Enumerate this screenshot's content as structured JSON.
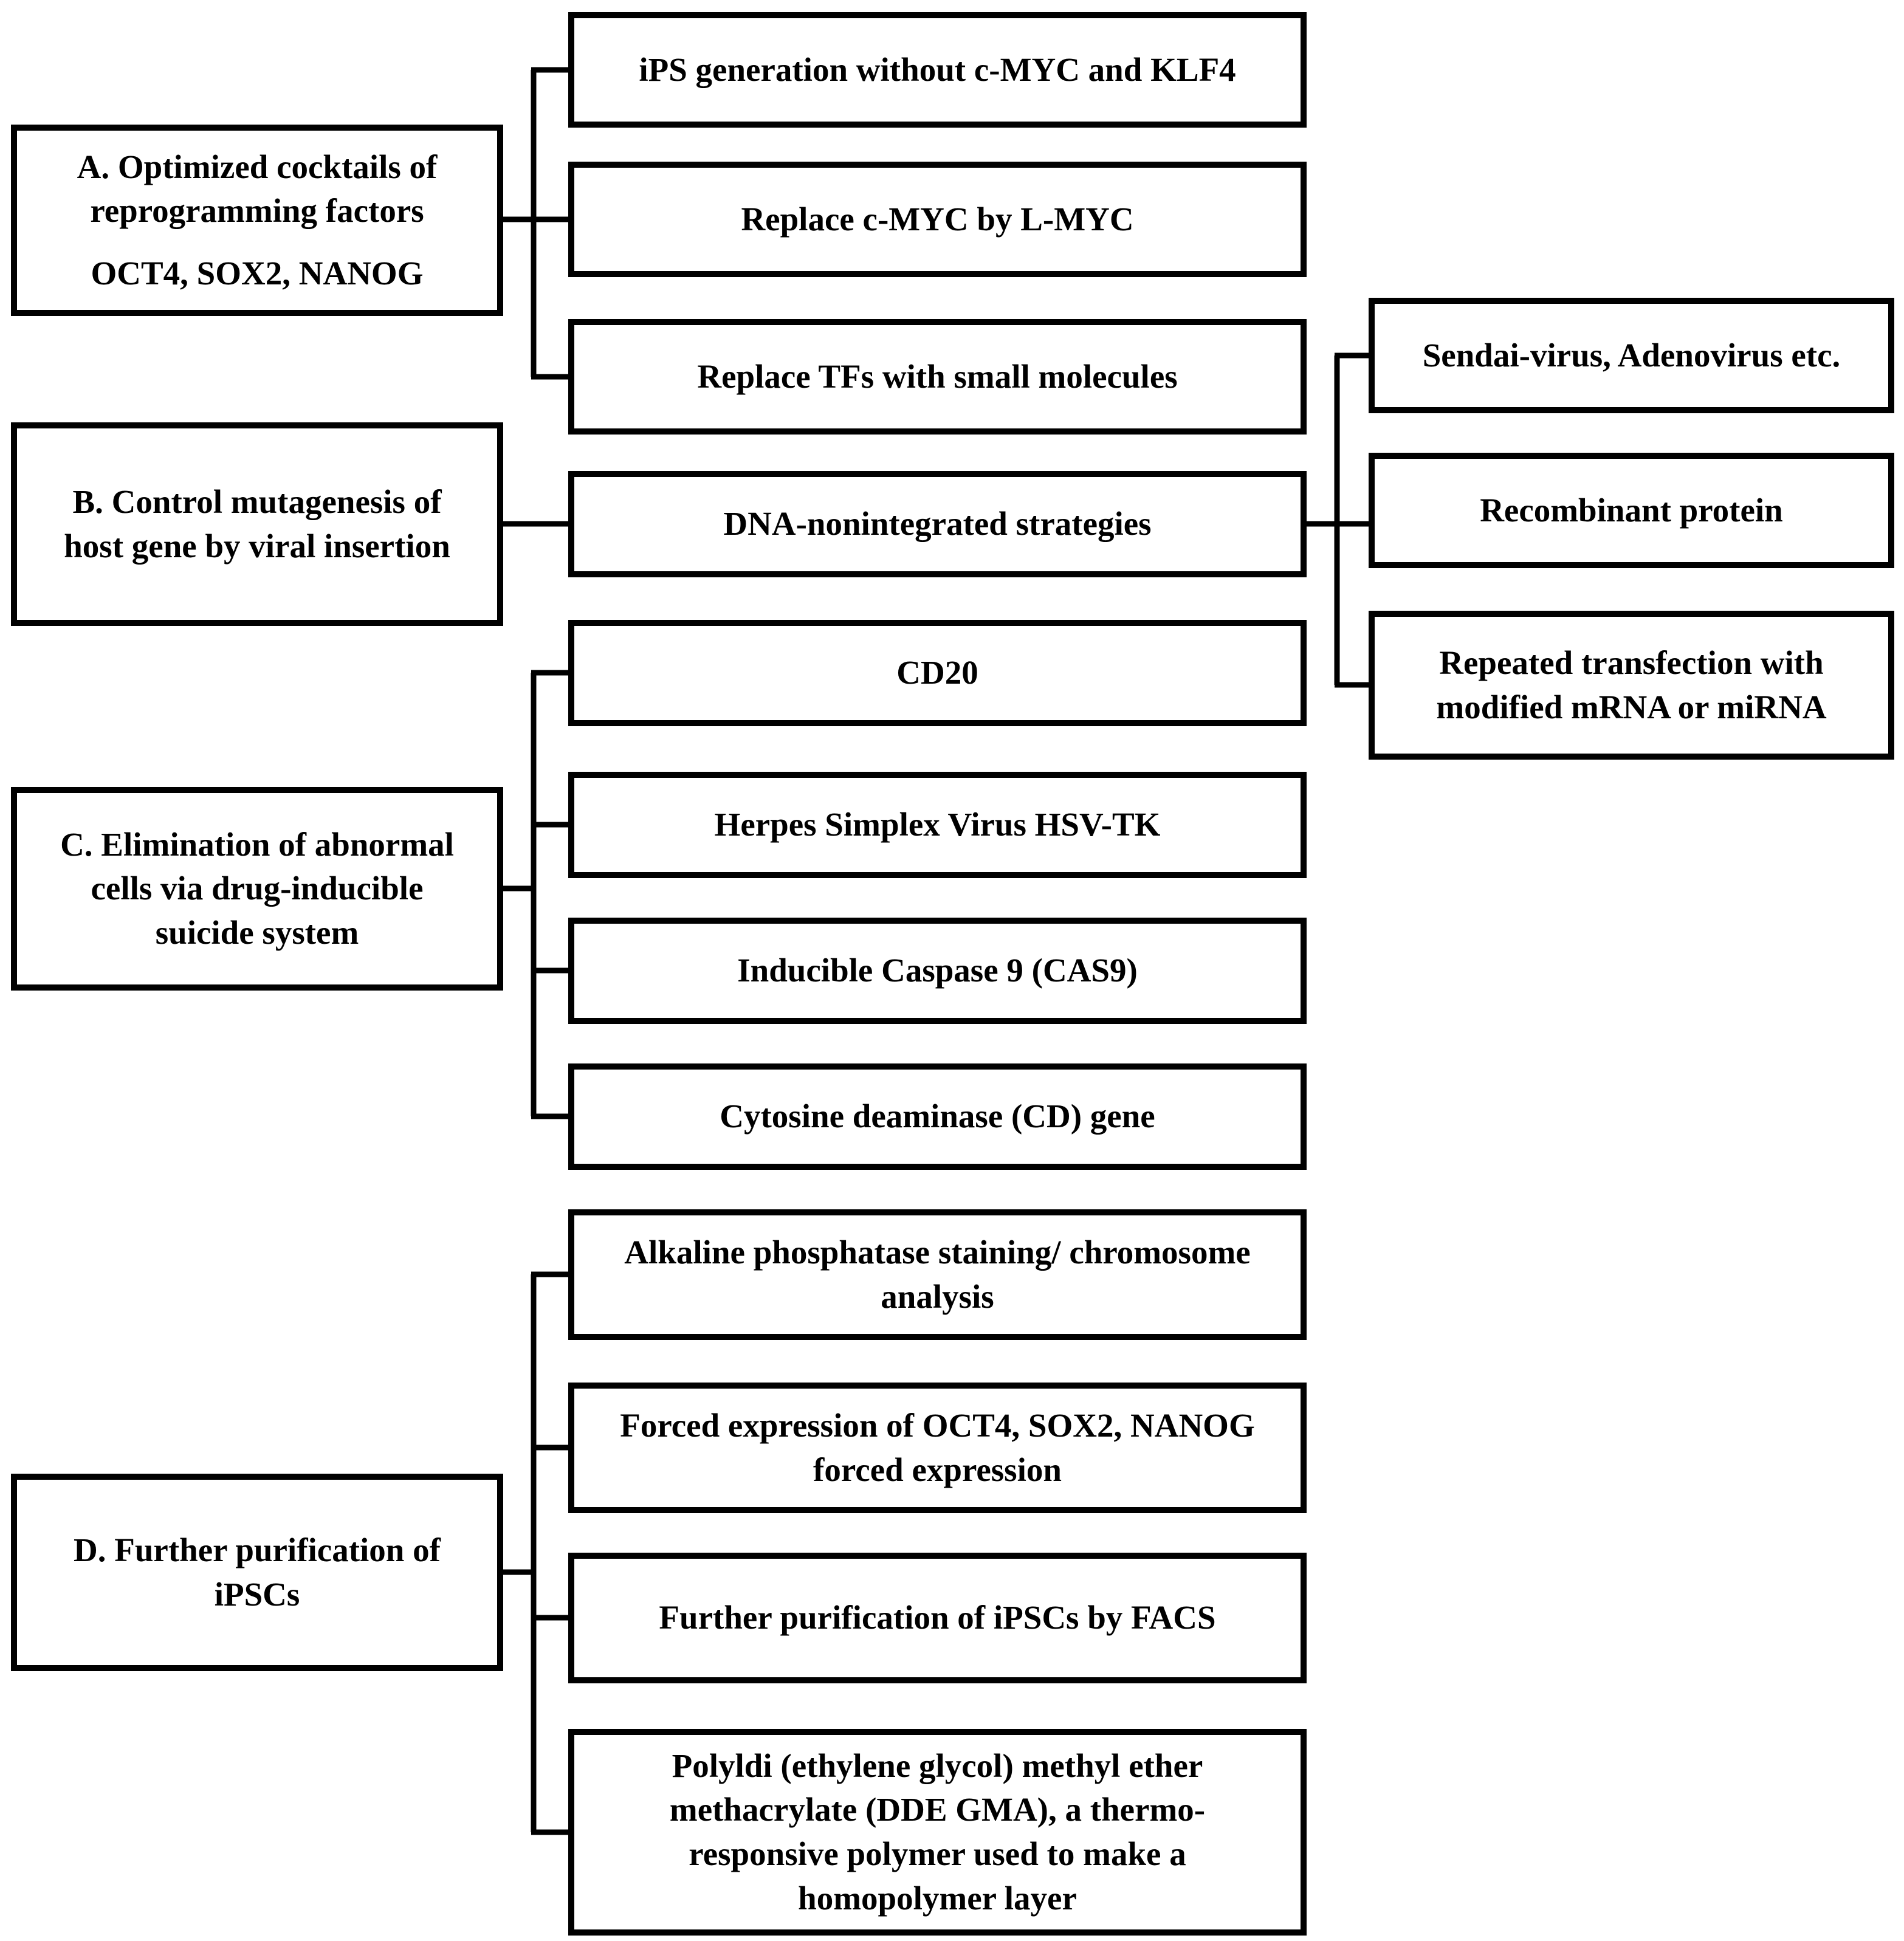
{
  "colors": {
    "background": "#ffffff",
    "line": "#000000",
    "text": "#000000"
  },
  "diagram": {
    "left_boxes": [
      {
        "label": "A. Optimized cocktails of\nreprogramming factors",
        "sublabel": "OCT4, SOX2, NANOG"
      },
      {
        "label": "B. Control mutagenesis of\nhost gene by viral insertion"
      },
      {
        "label": "C. Elimination of abnormal\ncells via drug-inducible\nsuicide system"
      },
      {
        "label": "D. Further purification of\niPSCs"
      }
    ],
    "middle_boxes": [
      {
        "label": "iPS generation without c-MYC and KLF4"
      },
      {
        "label": "Replace c-MYC by L-MYC"
      },
      {
        "label": "Replace TFs with small molecules"
      },
      {
        "label": "DNA-nonintegrated strategies"
      },
      {
        "label": "CD20"
      },
      {
        "label": "Herpes Simplex Virus HSV-TK"
      },
      {
        "label": "Inducible Caspase 9 (CAS9)"
      },
      {
        "label": "Cytosine deaminase (CD) gene"
      },
      {
        "label": "Alkaline phosphatase staining/ chromosome\nanalysis"
      },
      {
        "label": "Forced expression of OCT4, SOX2, NANOG\nforced expression"
      },
      {
        "label": "Further purification of iPSCs by FACS"
      },
      {
        "label": "Polyldi (ethylene glycol) methyl ether\nmethacrylate (DDE GMA), a thermo-\nresponsive polymer used to make a\nhomopolymer layer"
      }
    ],
    "right_boxes": [
      {
        "label": "Sendai-virus, Adenovirus etc."
      },
      {
        "label": "Recombinant protein"
      },
      {
        "label": "Repeated transfection with\nmodified mRNA or miRNA"
      }
    ]
  }
}
